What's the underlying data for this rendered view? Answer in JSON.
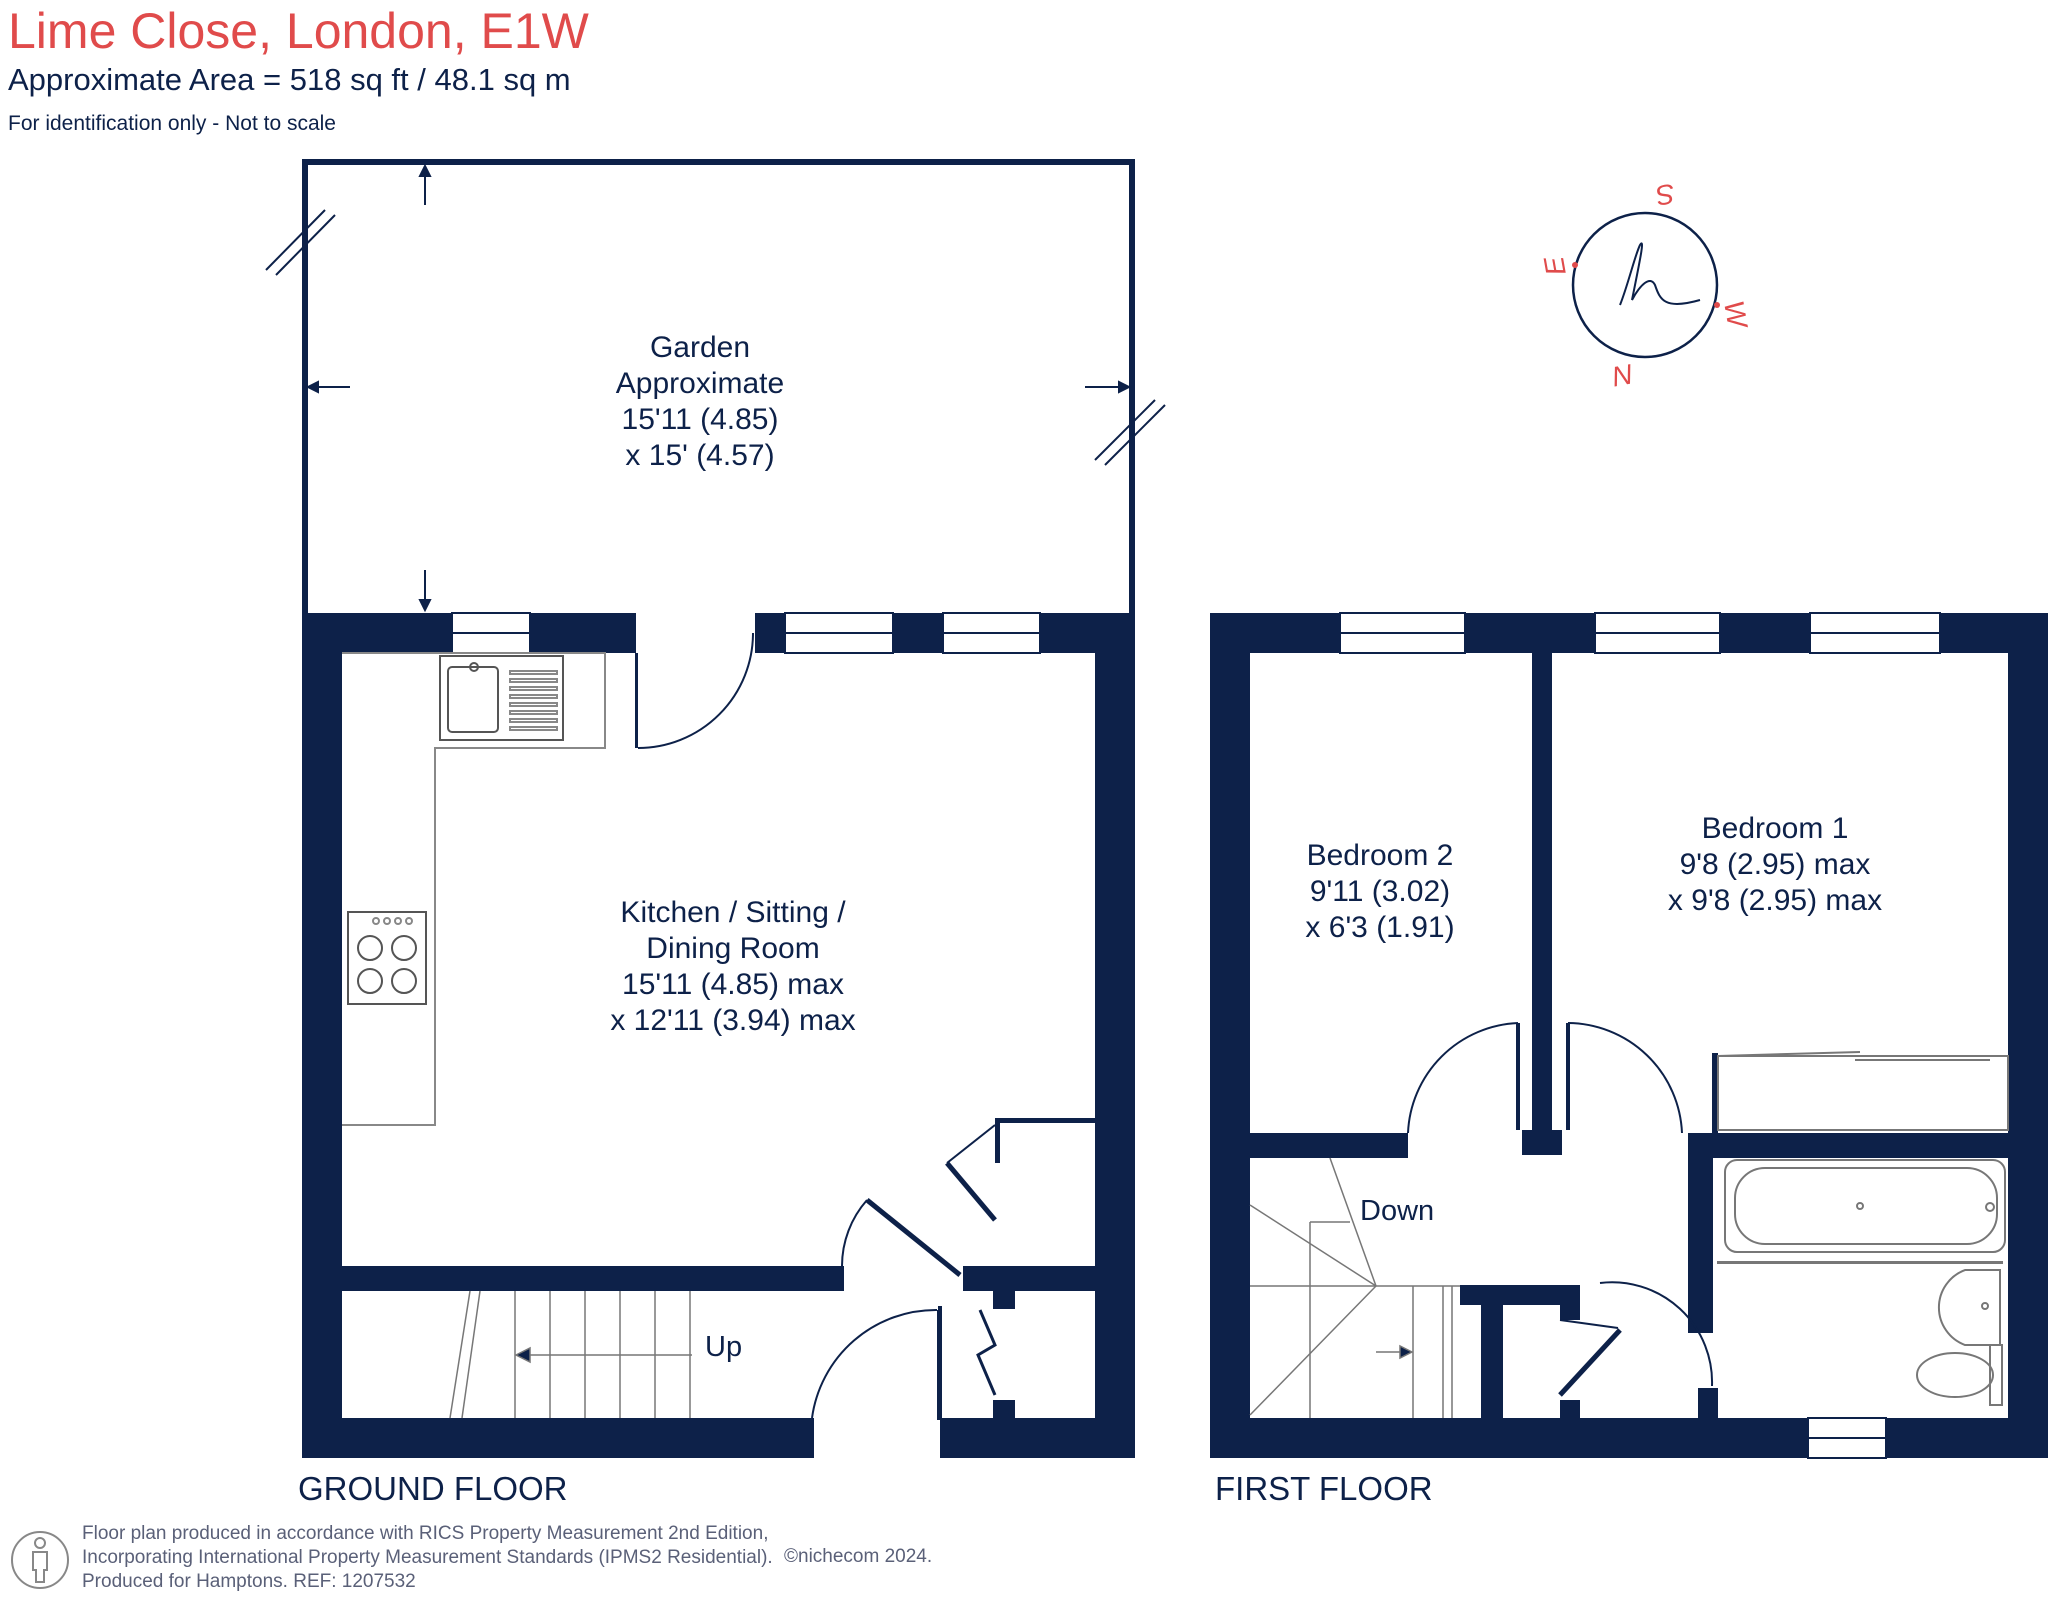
{
  "header": {
    "title": "Lime Close, London, E1W",
    "area": "Approximate Area = 518 sq ft / 48.1 sq m",
    "note": "For identification only - Not to scale"
  },
  "rooms": {
    "garden": [
      "Garden",
      "Approximate",
      "15'11 (4.85)",
      "x 15' (4.57)"
    ],
    "kitchen": [
      "Kitchen / Sitting /",
      "Dining Room",
      "15'11 (4.85) max",
      "x 12'11 (3.94) max"
    ],
    "bedroom2": [
      "Bedroom 2",
      "9'11 (3.02)",
      "x 6'3 (1.91)"
    ],
    "bedroom1": [
      "Bedroom 1",
      "9'8 (2.95) max",
      "x 9'8 (2.95) max"
    ]
  },
  "labels": {
    "up": "Up",
    "down": "Down",
    "ground_floor": "GROUND FLOOR",
    "first_floor": "FIRST FLOOR"
  },
  "compass": {
    "s": "S",
    "w": "W",
    "n": "N",
    "e": "E"
  },
  "footer": {
    "line1": "Floor plan produced in accordance with RICS Property Measurement 2nd Edition,",
    "line2": "Incorporating International Property Measurement Standards (IPMS2 Residential).",
    "line3": "Produced for Hamptons.  REF:  1207532",
    "copyright": "©nichecom 2024."
  },
  "colors": {
    "wall": "#0d2149",
    "accent": "#e04b4b",
    "text": "#0d2149",
    "muted": "#5a6078"
  }
}
